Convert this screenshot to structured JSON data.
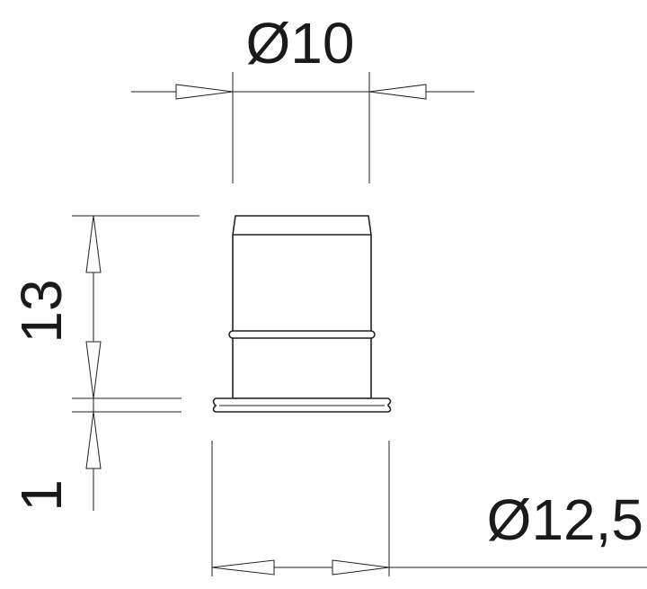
{
  "drawing": {
    "dimensions": {
      "top_diameter": "Ø10",
      "height": "13",
      "flange_thickness": "1",
      "bottom_diameter": "Ø12,5"
    }
  }
}
